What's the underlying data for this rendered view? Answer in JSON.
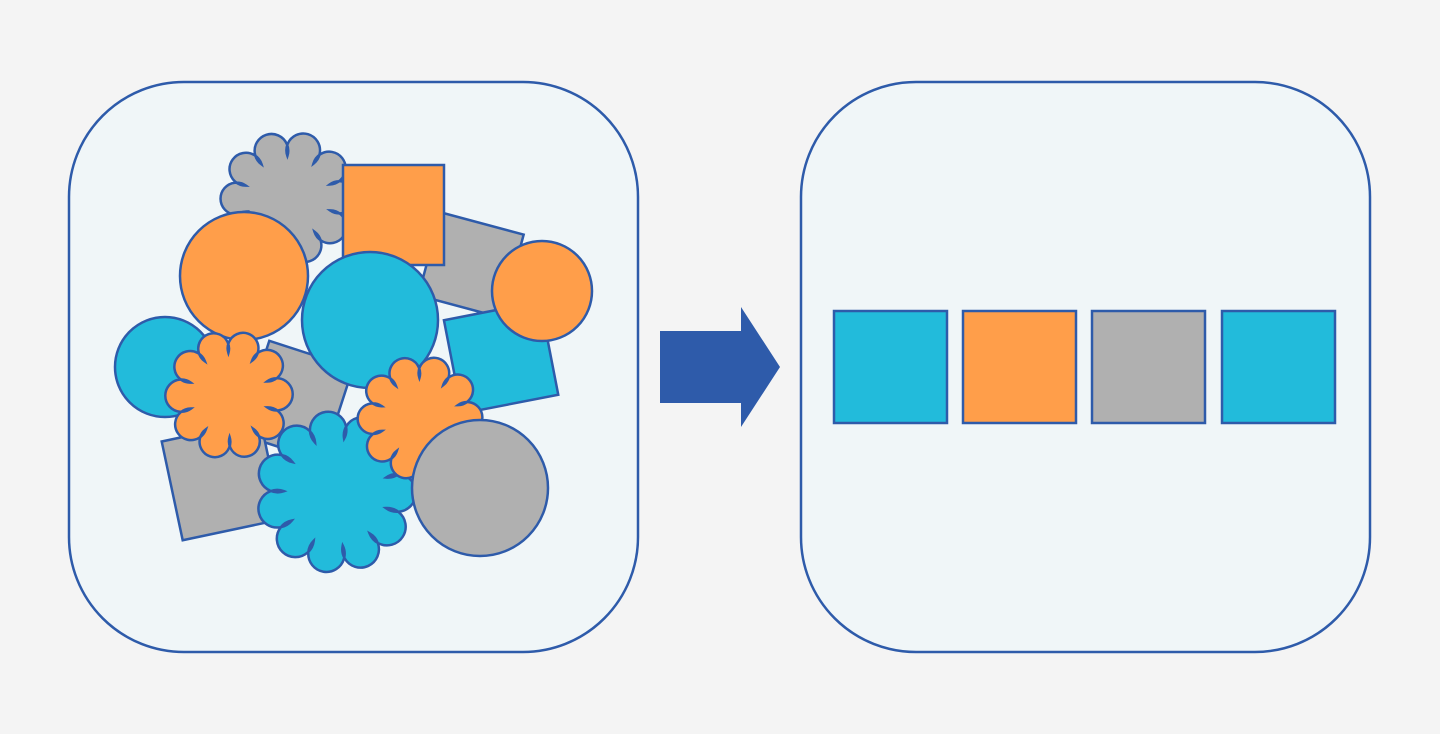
{
  "colors": {
    "background": "#F4F4F4",
    "panel_fill": "#F0F6F8",
    "stroke": "#2E5BAA",
    "orange": "#FF9E4A",
    "blue": "#22BBDB",
    "gray": "#B0B0B0",
    "arrow": "#2E5BAA"
  },
  "sorted_order": [
    "blue",
    "orange",
    "gray",
    "blue"
  ]
}
